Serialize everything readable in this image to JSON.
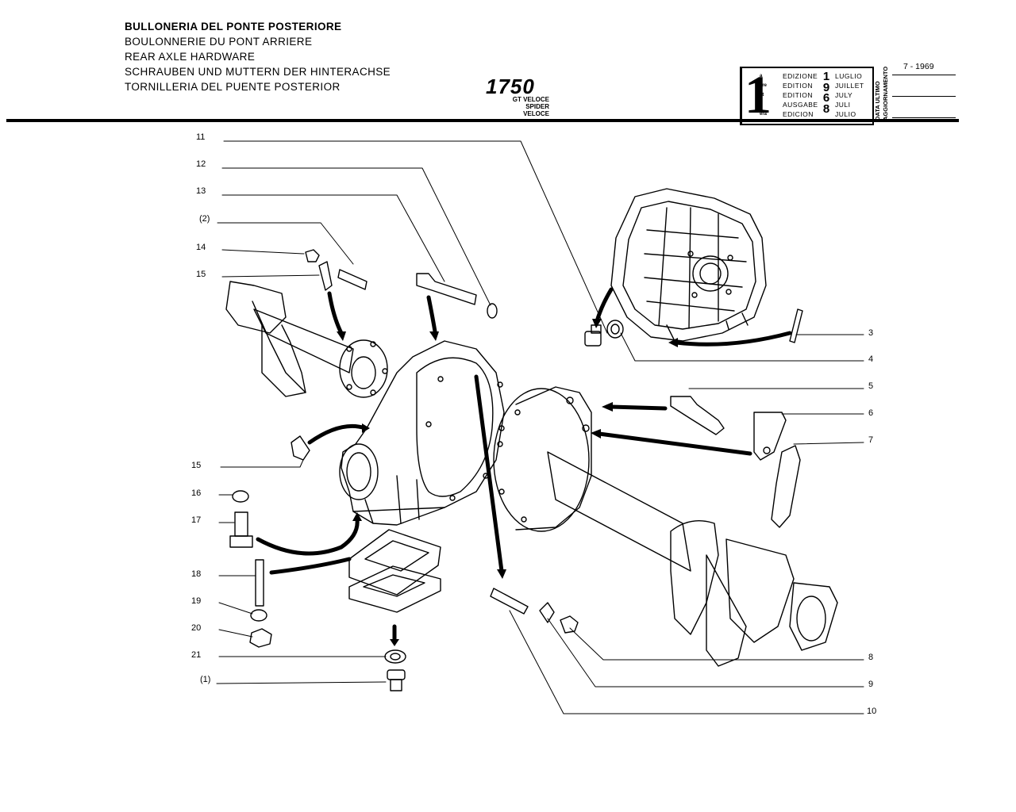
{
  "header": {
    "title_lines": [
      "BULLONERIA DEL PONTE POSTERIORE",
      "BOULONNERIE DU PONT ARRIERE",
      "REAR AXLE HARDWARE",
      "SCHRAUBEN UND MUTTERN DER HINTERACHSE",
      "TORNILLERIA DEL PUENTE POSTERIOR"
    ],
    "model": "1750",
    "model_variants": [
      "GT VELOCE",
      "SPIDER VELOCE"
    ]
  },
  "edition": {
    "number": "1",
    "ordinals": [
      "a",
      "ere",
      "st",
      ".",
      "era"
    ],
    "words": [
      "EDIZIONE",
      "EDITION",
      "EDITION",
      "AUSGABE",
      "EDICION"
    ],
    "year": "1968",
    "months": [
      "LUGLIO",
      "JUILLET",
      "JULY",
      "JULI",
      "JULIO"
    ],
    "update_label_1": "DATA ULTIMO",
    "update_label_2": "AGGIORNAMENTO",
    "update_date": "7 - 1969"
  },
  "callouts": {
    "left": [
      "11",
      "12",
      "13",
      "(2)",
      "14",
      "15",
      "15",
      "16",
      "17",
      "18",
      "19",
      "20",
      "21",
      "(1)"
    ],
    "right": [
      "3",
      "4",
      "5",
      "6",
      "7",
      "8",
      "9",
      "10"
    ]
  }
}
